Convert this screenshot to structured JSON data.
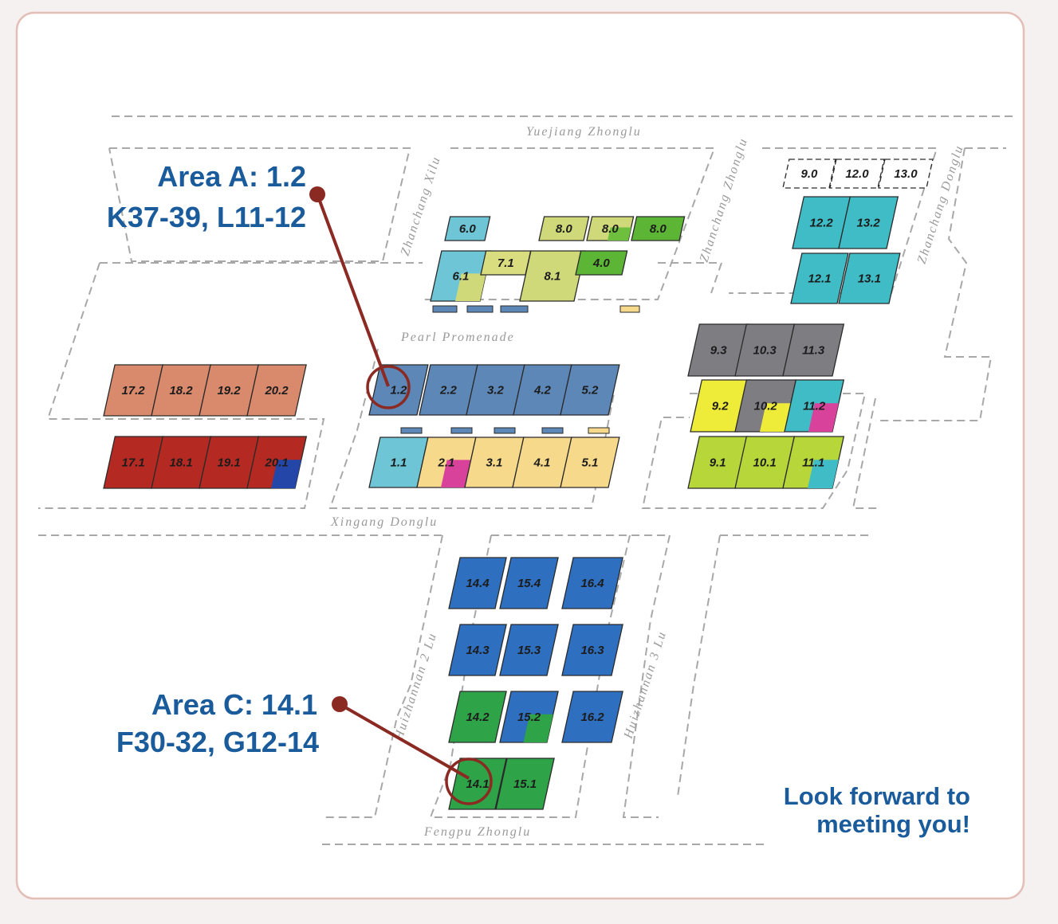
{
  "colors": {
    "background": "#f4f1f0",
    "card": "#ffffff",
    "card_border": "#e3bfb8",
    "callout_text": "#1a5b9c",
    "pointer": "#8b2a22"
  },
  "roads": {
    "yuejiang": "Yuejiang Zhonglu",
    "zhanchang_xilu": "Zhanchang Xilu",
    "zhanchang_zhonglu": "Zhanchang Zhonglu",
    "zhanchang_donglu": "Zhanchang Donglu",
    "pearl": "Pearl Promenade",
    "xingang": "Xingang Donglu",
    "huizhannan2": "Huizhannan 2 Lu",
    "huizhannan3": "Huizhannan 3 Lu",
    "fengpu": "Fengpu Zhonglu"
  },
  "halls": [
    {
      "id": "h6-0",
      "label": "6.0",
      "color": "#6dc5d6"
    },
    {
      "id": "h8-0a",
      "label": "8.0",
      "color": "#cfd97a"
    },
    {
      "id": "h8-0b",
      "label": "8.0",
      "color": "#cfd97a",
      "color2": "#6fbf3e"
    },
    {
      "id": "h8-0c",
      "label": "8.0",
      "color": "#5cb534"
    },
    {
      "id": "h6-1",
      "label": "6.1",
      "color": "#6dc5d6",
      "color2": "#cfd97a"
    },
    {
      "id": "h7-1",
      "label": "7.1",
      "color": "#d9dc7f"
    },
    {
      "id": "h8-1",
      "label": "8.1",
      "color": "#cfd97a"
    },
    {
      "id": "h4-0",
      "label": "4.0",
      "color": "#5cb534"
    },
    {
      "id": "h9-0",
      "label": "9.0",
      "color": "#ffffff",
      "dashed": true
    },
    {
      "id": "h12-0",
      "label": "12.0",
      "color": "#ffffff",
      "dashed": true
    },
    {
      "id": "h13-0",
      "label": "13.0",
      "color": "#ffffff",
      "dashed": true
    },
    {
      "id": "h12-2",
      "label": "12.2",
      "color": "#3fbcc5"
    },
    {
      "id": "h13-2",
      "label": "13.2",
      "color": "#3fbcc5"
    },
    {
      "id": "h12-1",
      "label": "12.1",
      "color": "#3fbcc5"
    },
    {
      "id": "h13-1",
      "label": "13.1",
      "color": "#3fbcc5"
    },
    {
      "id": "h17-2",
      "label": "17.2",
      "color": "#d98a6c"
    },
    {
      "id": "h18-2",
      "label": "18.2",
      "color": "#d98a6c"
    },
    {
      "id": "h19-2",
      "label": "19.2",
      "color": "#d98a6c"
    },
    {
      "id": "h20-2",
      "label": "20.2",
      "color": "#d98a6c"
    },
    {
      "id": "h17-1",
      "label": "17.1",
      "color": "#b42a22"
    },
    {
      "id": "h18-1",
      "label": "18.1",
      "color": "#b42a22"
    },
    {
      "id": "h19-1",
      "label": "19.1",
      "color": "#b42a22"
    },
    {
      "id": "h20-1",
      "label": "20.1",
      "color": "#b42a22",
      "color2": "#2346a8"
    },
    {
      "id": "h1-2",
      "label": "1.2",
      "color": "#5d87b7"
    },
    {
      "id": "h2-2",
      "label": "2.2",
      "color": "#5d87b7"
    },
    {
      "id": "h3-2",
      "label": "3.2",
      "color": "#5d87b7"
    },
    {
      "id": "h4-2",
      "label": "4.2",
      "color": "#5d87b7"
    },
    {
      "id": "h5-2",
      "label": "5.2",
      "color": "#5d87b7"
    },
    {
      "id": "h1-1",
      "label": "1.1",
      "color": "#6dc5d6"
    },
    {
      "id": "h2-1",
      "label": "2.1",
      "color": "#f6d98a",
      "color2": "#d9429b"
    },
    {
      "id": "h3-1",
      "label": "3.1",
      "color": "#f6d98a"
    },
    {
      "id": "h4-1",
      "label": "4.1",
      "color": "#f6d98a"
    },
    {
      "id": "h5-1",
      "label": "5.1",
      "color": "#f6d98a"
    },
    {
      "id": "h9-3",
      "label": "9.3",
      "color": "#7e7e82"
    },
    {
      "id": "h10-3",
      "label": "10.3",
      "color": "#7e7e82"
    },
    {
      "id": "h11-3",
      "label": "11.3",
      "color": "#7e7e82"
    },
    {
      "id": "h9-2",
      "label": "9.2",
      "color": "#eeec38"
    },
    {
      "id": "h10-2",
      "label": "10.2",
      "color": "#7e7e82",
      "color2": "#eeec38"
    },
    {
      "id": "h11-2",
      "label": "11.2",
      "color": "#3fbcc5",
      "color2": "#d9429b"
    },
    {
      "id": "h9-1",
      "label": "9.1",
      "color": "#b6d63a"
    },
    {
      "id": "h10-1",
      "label": "10.1",
      "color": "#b6d63a"
    },
    {
      "id": "h11-1",
      "label": "11.1",
      "color": "#b6d63a",
      "color2": "#3fbcc5"
    },
    {
      "id": "h14-4",
      "label": "14.4",
      "color": "#2e6fc0"
    },
    {
      "id": "h15-4",
      "label": "15.4",
      "color": "#2e6fc0"
    },
    {
      "id": "h16-4",
      "label": "16.4",
      "color": "#2e6fc0"
    },
    {
      "id": "h14-3",
      "label": "14.3",
      "color": "#2e6fc0"
    },
    {
      "id": "h15-3",
      "label": "15.3",
      "color": "#2e6fc0"
    },
    {
      "id": "h16-3",
      "label": "16.3",
      "color": "#2e6fc0"
    },
    {
      "id": "h14-2",
      "label": "14.2",
      "color": "#2fa347"
    },
    {
      "id": "h15-2",
      "label": "15.2",
      "color": "#2e6fc0",
      "color2": "#2fa347"
    },
    {
      "id": "h16-2",
      "label": "16.2",
      "color": "#2e6fc0"
    },
    {
      "id": "h14-1",
      "label": "14.1",
      "color": "#2fa347"
    },
    {
      "id": "h15-1",
      "label": "15.1",
      "color": "#2fa347"
    }
  ],
  "callouts": {
    "area_a": {
      "line1": "Area A: 1.2",
      "line2": "K37-39, L11-12"
    },
    "area_c": {
      "line1": "Area C: 14.1",
      "line2": "F30-32, G12-14"
    }
  },
  "closing": {
    "line1": "Look forward to",
    "line2": "meeting you!"
  }
}
